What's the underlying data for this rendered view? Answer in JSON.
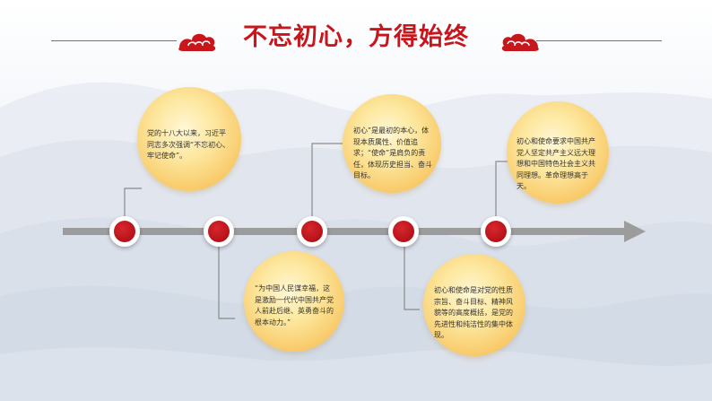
{
  "title": "不忘初心，方得始终",
  "colors": {
    "accent_red": "#c8161d",
    "node_red": "#b10f16",
    "circle_gold": "#f8c866",
    "line_gray": "#9c9c9c",
    "connector_gray": "#8a8a8a"
  },
  "icons": {
    "left_ornament": "auspicious-cloud-icon",
    "right_ornament": "auspicious-cloud-icon"
  },
  "items": [
    {
      "text": "党的十八大以来，习近平同志多次强调“不忘初心、牢记使命”。"
    },
    {
      "text": "“为中国人民谋幸福，这是激励一代代中国共产党人前赴后继、英勇奋斗的根本动力。”"
    },
    {
      "text": "初心”是最初的本心，体现本质属性、价值追求；“使命”是肩负的责任，体现历史担当、奋斗目标。"
    },
    {
      "text": "初心和使命是对党的性质宗旨、奋斗目标、精神风貌等的高度概括，是党的先进性和纯洁性的集中体现。"
    },
    {
      "text": "初心和使命要求中国共产党人坚定共产主义远大理想和中国特色社会主义共同理想。革命理想高于天。"
    }
  ]
}
